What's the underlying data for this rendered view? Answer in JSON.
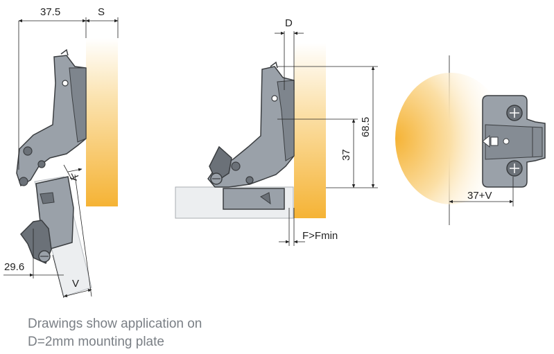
{
  "colors": {
    "hinge_grey": "#9aa1a9",
    "hinge_outline": "#3a3d40",
    "plate_orange": "#f5b335",
    "plate_light": "#fdf3e0",
    "caption_grey": "#7a7f85"
  },
  "left_view": {
    "dim_top_left": "37.5",
    "dim_top_right": "S",
    "dim_k": "K",
    "dim_bottom_left": "29.6",
    "dim_v": "V"
  },
  "middle_view": {
    "dim_d": "D",
    "dim_37": "37",
    "dim_68": "68.5",
    "dim_f": "F>Fmin"
  },
  "right_view": {
    "dim_37v": "37+V"
  },
  "caption": {
    "line1": "Drawings show application on",
    "line2": "D=2mm mounting plate"
  }
}
